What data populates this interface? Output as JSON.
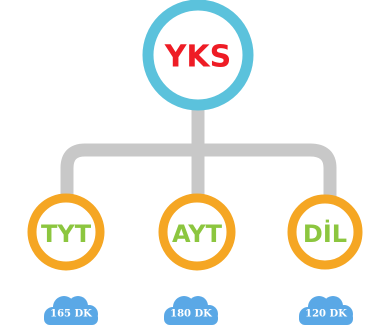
{
  "root": {
    "label": "YKS",
    "label_color": "#ee1c25",
    "ring_color": "#5bc2dc"
  },
  "connector_color": "#c8c8c8",
  "children": [
    {
      "label": "TYT",
      "label_color": "#8cc63f",
      "ring_color": "#f5a623",
      "duration": "165 DK"
    },
    {
      "label": "AYT",
      "label_color": "#8cc63f",
      "ring_color": "#f5a623",
      "duration": "180 DK"
    },
    {
      "label": "DİL",
      "label_color": "#8cc63f",
      "ring_color": "#f5a623",
      "duration": "120 DK"
    }
  ],
  "cloud_color": "#5aa8e6",
  "cloud_text_color": "#ffffff"
}
